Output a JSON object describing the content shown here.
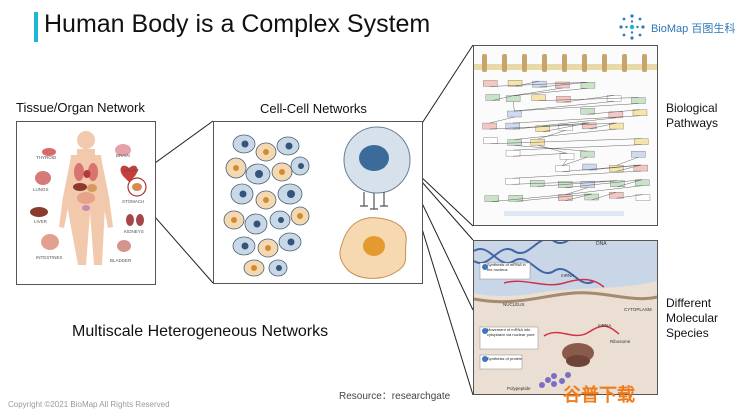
{
  "header": {
    "title": "Human Body is a Complex System",
    "logo_text": "BioMap 百图生科",
    "accent_color": "#1fb5d6",
    "logo_color": "#2f78b7"
  },
  "panels": {
    "tissue": {
      "label": "Tissue/Organ Network",
      "organs": [
        "THYROID",
        "BRAIN",
        "LUNGS",
        "HEART",
        "STOMACH",
        "LIVER",
        "KIDNEYS",
        "INTESTINES",
        "BLADDER"
      ]
    },
    "cell": {
      "label": "Cell-Cell Networks"
    },
    "pathways": {
      "label": "Biological Pathways"
    },
    "molecular": {
      "label": "Different Molecular Species",
      "labels": {
        "dna": "DNA",
        "step1": "Synthesis of mRNA in the nucleus",
        "mrna1": "mRNA",
        "nucleus": "NUCLEUS",
        "cytoplasm": "CYTOPLASM",
        "step2": "Movement of mRNA into cytoplasm via nuclear pore",
        "mrna2": "mRNA",
        "ribosome": "Ribosome",
        "step3": "Synthesis of protein",
        "polypeptide": "Polypeptide"
      }
    }
  },
  "caption": "Multiscale Heterogeneous Networks",
  "resource": "Resource：researchgate",
  "copyright": "Copyright ©2021 BioMap All Rights Reserved",
  "watermark": "谷普下载"
}
